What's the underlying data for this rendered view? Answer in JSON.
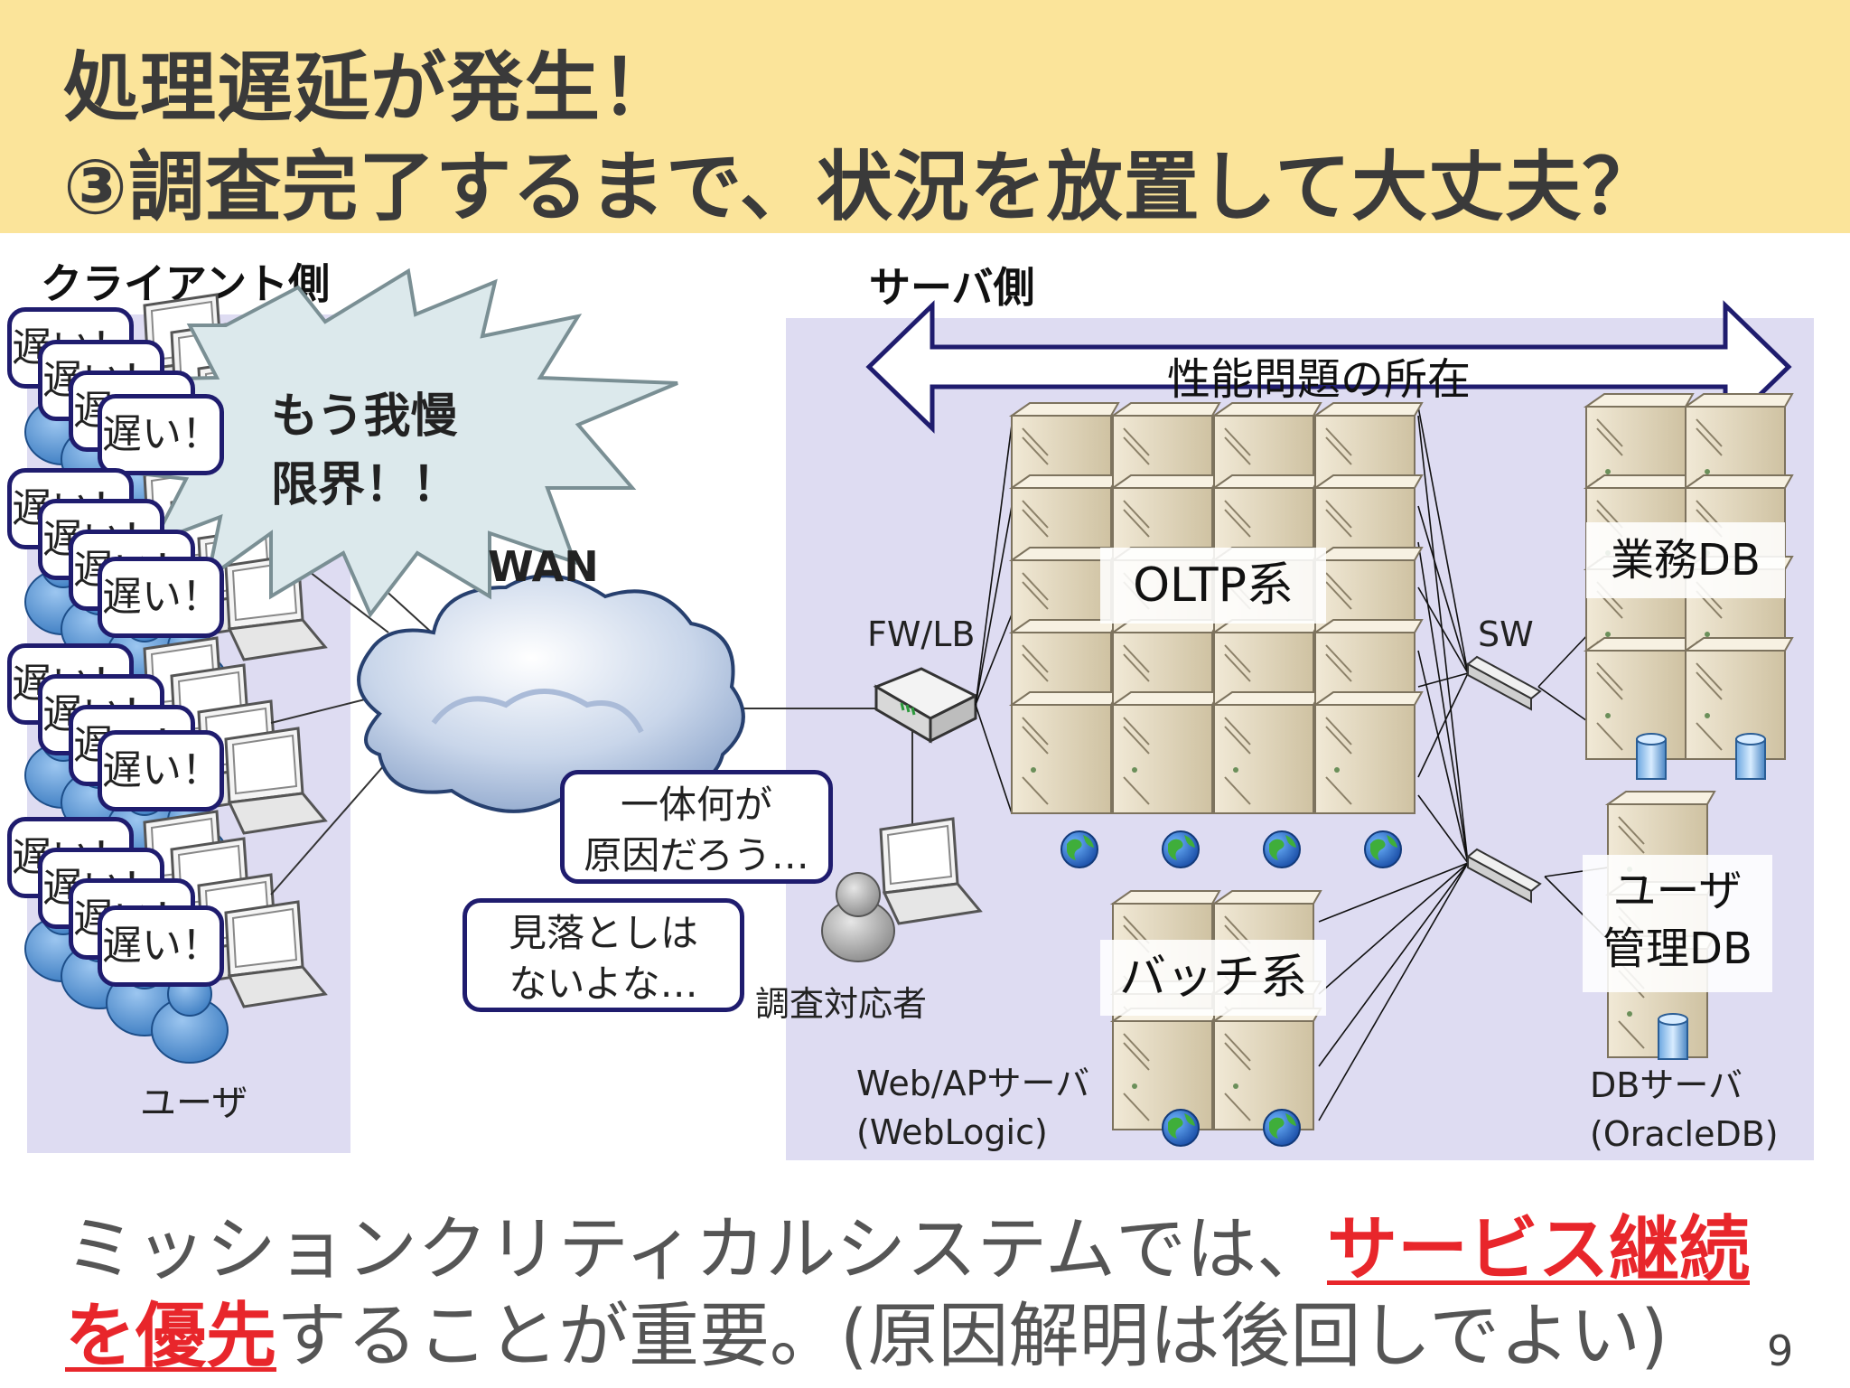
{
  "title": {
    "line1": "処理遅延が発生！",
    "line2": "③調査完了するまで、状況を放置して大丈夫？"
  },
  "client": {
    "section_label": "クライアント側",
    "bubble_text": "遅い！",
    "user_label": "ユーザ",
    "burst": {
      "line1": "もう我慢",
      "line2": "限界！！"
    }
  },
  "network": {
    "wan_label": "WAN"
  },
  "server": {
    "section_label": "サーバ側",
    "arrow_label": "性能問題の所在",
    "fwlb_label": "FW/LB",
    "sw_label": "SW",
    "oltp_label": "OLTP系",
    "batch_label": "バッチ系",
    "gyomu_db_label": "業務DB",
    "user_db_label": {
      "line1": "ユーザ",
      "line2": "管理DB"
    },
    "web_ap": {
      "line1": "Web/APサーバ",
      "line2": "(WebLogic)"
    },
    "db_server": {
      "line1": "DBサーバ",
      "line2": "(OracleDB)"
    }
  },
  "investigator": {
    "label": "調査対応者",
    "thought1": {
      "line1": "一体何が",
      "line2": "原因だろう…"
    },
    "thought2": {
      "line1": "見落としは",
      "line2": "ないよな…"
    }
  },
  "footer": {
    "part1": "ミッションクリティカルシステムでは、",
    "emphasis1": "サービス継続",
    "emphasis2": "を優先",
    "part2": "することが重要。(原因解明は後回しでよい)"
  },
  "page_number": "9",
  "colors": {
    "title_band": "#fbe49a",
    "panel": "#dedcf2",
    "bubble_border": "#1f1c6e",
    "emphasis": "#e8262b",
    "server_body": "#e7dcc3",
    "person": "#4f8fd0"
  }
}
